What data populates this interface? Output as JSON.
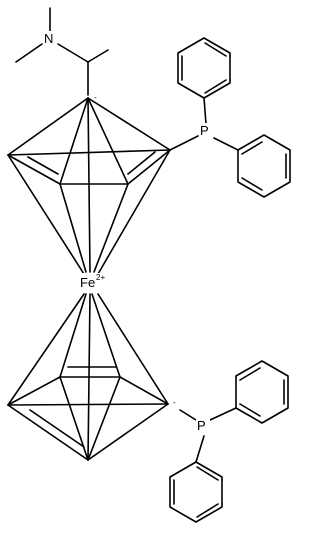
{
  "molecule": {
    "atoms": {
      "nitrogen": "N",
      "phosphorus_top": "P",
      "phosphorus_bottom": "P",
      "iron": "Fe",
      "iron_charge": "2+",
      "carbanion_top_charge": "-",
      "carbanion_bottom_charge": "-"
    }
  }
}
